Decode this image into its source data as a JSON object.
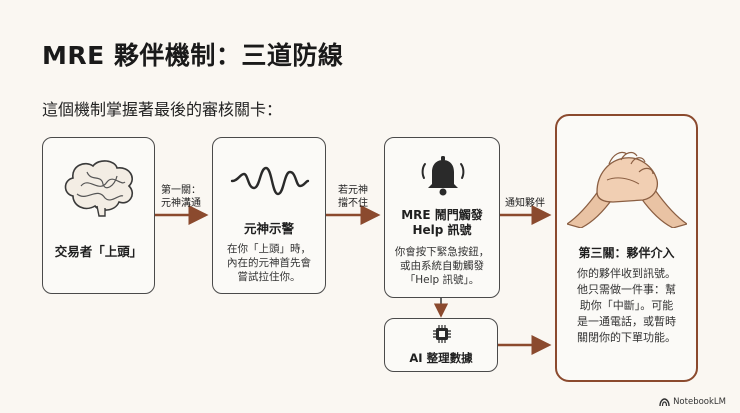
{
  "title": "MRE 夥伴機制：三道防線",
  "subtitle": "這個機制掌握著最後的審核關卡：",
  "nodes": {
    "trader": {
      "label": "交易者「上頭」",
      "icon": "brain-icon"
    },
    "spirit": {
      "title": "元神示警",
      "desc": [
        "在你「上頭」時，",
        "內在的元神首先會",
        "嘗試拉住你。"
      ],
      "icon": "wave-icon"
    },
    "mre": {
      "title": [
        "MRE 鬧門觸發",
        "Help 訊號"
      ],
      "desc": [
        "你會按下緊急按鈕，",
        "或由系統自動觸發",
        "「Help 訊號」。"
      ],
      "icon": "bell-icon"
    },
    "ai": {
      "label": "AI 整理數據",
      "icon": "chip-icon"
    },
    "partner": {
      "title": "第三關：夥伴介入",
      "desc": [
        "你的夥伴收到訊號。",
        "他只需做一件事：幫",
        "助你「中斷」。可能",
        "是一通電話，或暫時",
        "關閉你的下單功能。"
      ],
      "icon": "handshake-icon"
    }
  },
  "edges": {
    "first": [
      "第一關：",
      "元神溝通"
    ],
    "second": [
      "若元神",
      "擋不住"
    ],
    "third": "通知夥伴"
  },
  "colors": {
    "arrow": "#8b4a2e",
    "accent_border": "#8b4a2e",
    "background": "#faf7f2"
  },
  "footer": "NotebookLM"
}
